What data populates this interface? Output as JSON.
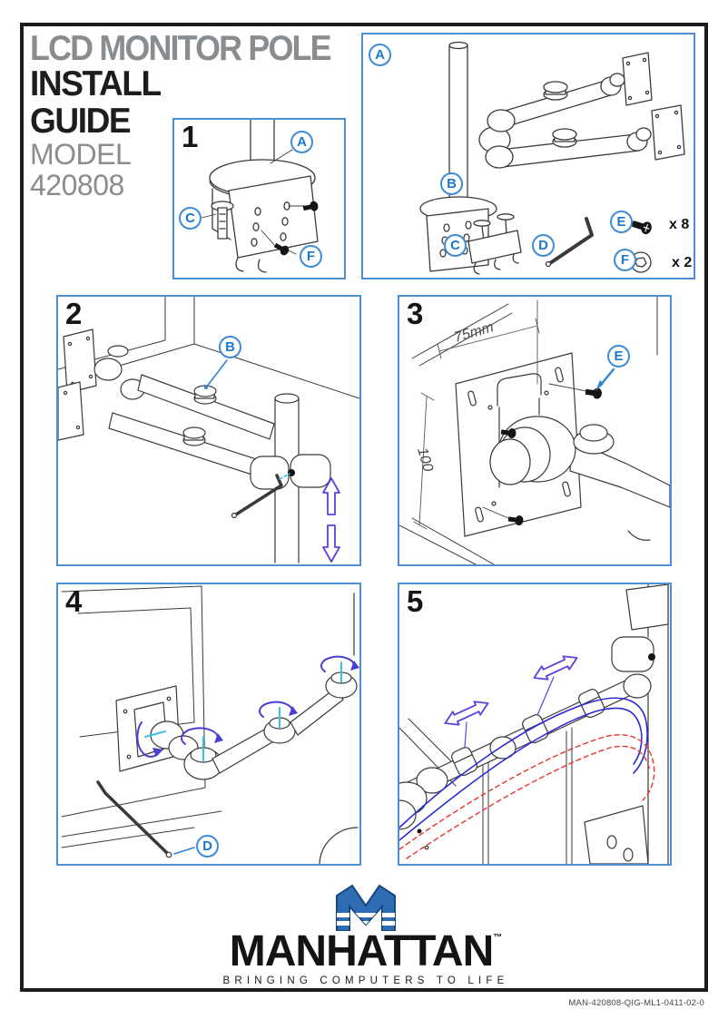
{
  "title": {
    "line1": "LCD MONITOR POLE",
    "line2": "INSTALL",
    "line3": "GUIDE",
    "model_label": "MODEL",
    "model_number": "420808"
  },
  "labels": {
    "a": "A",
    "b": "B",
    "c": "C",
    "d": "D",
    "e": "E",
    "f": "F"
  },
  "steps": {
    "s1": "1",
    "s2": "2",
    "s3": "3",
    "s4": "4",
    "s5": "5"
  },
  "parts_panel": {
    "e_qty": "x 8",
    "f_qty": "x 2"
  },
  "step3_panel": {
    "vesa_width": "75mm",
    "vesa_height": "100"
  },
  "logo": {
    "brand": "MANHATTAN",
    "tm": "™",
    "tagline": "BRINGING COMPUTERS TO LIFE"
  },
  "footer": {
    "doc_code": "MAN-420808-QIG-ML1-0411-02-0"
  },
  "colors": {
    "panel_border_blue": "#4a90d2",
    "label_blue": "#1b79cc",
    "title_gray": "#8a8d90",
    "ink_black": "#1d1d1f",
    "arrow_purple": "#5544dd",
    "axis_cyan": "#35c4e8",
    "cable_blue": "#2b2bd5",
    "cable_red": "#e8342c",
    "logo_blue": "#2e6cb4"
  }
}
